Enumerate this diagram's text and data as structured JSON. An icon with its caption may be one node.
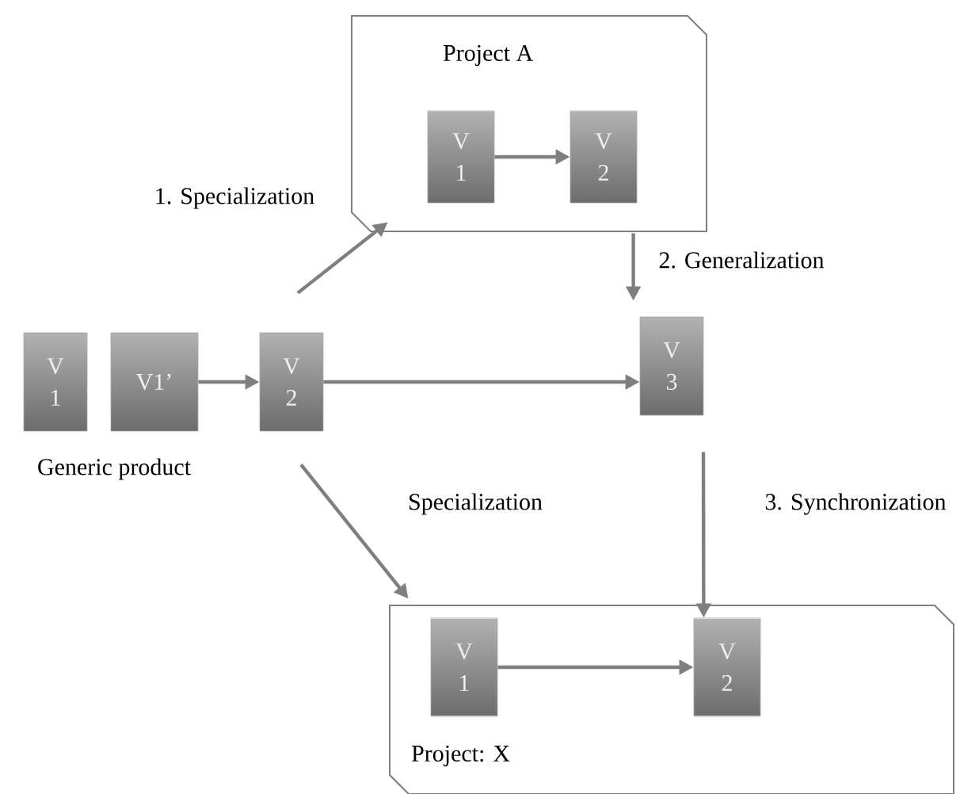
{
  "diagram": {
    "nodes": [
      {
        "text": [
          "Project A"
        ]
      },
      {
        "text": [
          "V 1"
        ],
        "in": 0
      },
      {
        "text": [
          "V 2"
        ],
        "in": 0
      },
      {
        "text": [
          "V 1"
        ]
      },
      {
        "text": [
          "V1’"
        ]
      },
      {
        "text": [
          "V 2"
        ]
      },
      {
        "text": [
          "V 3"
        ]
      },
      {
        "text": [
          "Project: X"
        ]
      },
      {
        "text": [
          "V 1"
        ],
        "in": 7
      },
      {
        "text": [
          "V 2"
        ],
        "in": 7
      }
    ],
    "edges": [
      {
        "from": 1,
        "to": 2,
        "arrow": "to"
      },
      {
        "from": 4,
        "to": 5,
        "arrow": "to"
      },
      {
        "from": 5,
        "to": 6,
        "arrow": "to"
      },
      {
        "from": 5,
        "to": 0,
        "arrow": "to",
        "label": "1. Specialization"
      },
      {
        "from": 0,
        "to": 6,
        "arrow": "to",
        "label": "2. Generalization"
      },
      {
        "from": 5,
        "to": 7,
        "arrow": "to",
        "label": "Specialization"
      },
      {
        "from": 6,
        "to": 9,
        "arrow": "to",
        "label": "3. Synchronization"
      },
      {
        "from": 8,
        "to": 9,
        "arrow": "to"
      }
    ],
    "labels": [
      "Generic product"
    ]
  }
}
